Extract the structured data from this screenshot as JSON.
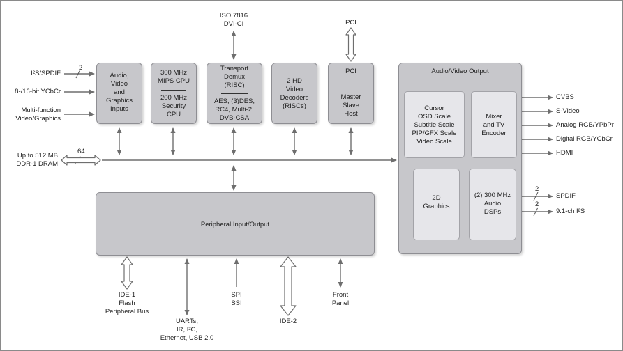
{
  "blocks": {
    "audio_in": [
      "Audio,",
      "Video",
      "and",
      "Graphics",
      "Inputs"
    ],
    "mips_top": [
      "300 MHz",
      "MIPS CPU"
    ],
    "mips_bottom": [
      "200 MHz",
      "Security",
      "CPU"
    ],
    "transport_top": [
      "Transport",
      "Demux",
      "(RISC)"
    ],
    "transport_bottom": [
      "AES, (3)DES,",
      "RC4, Multi-2,",
      "DVB-CSA"
    ],
    "hd_video": [
      "2 HD",
      "Video",
      "Decoders",
      "(RISCs)"
    ],
    "pci_block": [
      "PCI",
      "",
      "Master",
      "Slave",
      "Host"
    ],
    "av_output": "Audio/Video Output",
    "cursor": [
      "Cursor",
      "OSD Scale",
      "Subtitle Scale",
      "PIP/GFX Scale",
      "Video Scale"
    ],
    "mixer": [
      "Mixer",
      "and TV",
      "Encoder"
    ],
    "graphics_2d": [
      "2D",
      "Graphics"
    ],
    "audio_dsp": [
      "(2) 300 MHz",
      "Audio",
      "DSPs"
    ],
    "peripheral": "Peripheral Input/Output"
  },
  "left_inputs": {
    "i2s": "I²S/SPDIF",
    "ycbcr": "8-/16-bit YCbCr",
    "multifunc": [
      "Multi-function",
      "Video/Graphics"
    ],
    "dram": [
      "Up to 512 MB",
      "DDR-1 DRAM"
    ]
  },
  "top_inputs": {
    "iso": [
      "ISO 7816",
      "DVI-CI"
    ],
    "pci": "PCI"
  },
  "outputs": {
    "cvbs": "CVBS",
    "svideo": "S-Video",
    "analog": "Analog RGB/YPbPr",
    "digital": "Digital RGB/YCbCr",
    "hdmi": "HDMI",
    "spdif": "SPDIF",
    "i2s_out": "9.1-ch I²S"
  },
  "bottom_io": {
    "ide1": [
      "IDE-1",
      "Flash",
      "Peripheral Bus"
    ],
    "uarts": [
      "UARTs,",
      "IR, I²C,",
      "Ethernet, USB 2.0"
    ],
    "spi": [
      "SPI",
      "SSI"
    ],
    "ide2": "IDE-2",
    "front": [
      "Front",
      "Panel"
    ]
  },
  "bus_widths": {
    "i2s_in": "2",
    "dram": "64",
    "spdif_out": "2",
    "i2s_out": "2"
  },
  "colors": {
    "block_fill": "#c7c7cb",
    "inner_fill": "#e6e6ea",
    "wire": "#6e6e6e",
    "text": "#222222"
  }
}
